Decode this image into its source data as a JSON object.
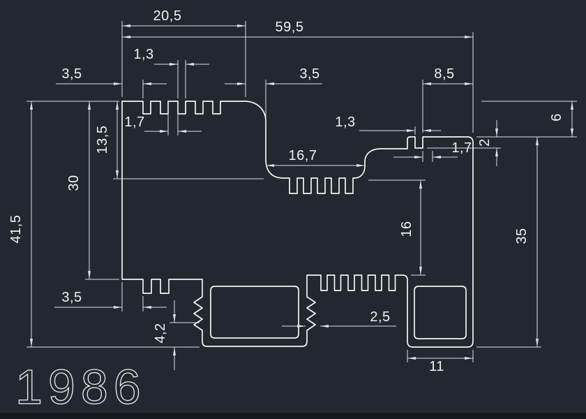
{
  "window": {
    "background": "#212830"
  },
  "drawing": {
    "part_number": "1986",
    "dimensions": {
      "top_left_width": "20,5",
      "total_width": "59,5",
      "top_groove_width": "1,3",
      "top_left_edge": "3,5",
      "recess_left_offset": "3,5",
      "top_right_width": "8,5",
      "right_top_step": "6",
      "top_land_width": "1,7",
      "left_upper_height": "13,5",
      "left_mid_height": "30",
      "total_height": "41,5",
      "right_notch_width": "1,3",
      "recess_width": "16,7",
      "right_tab_width": "1,7",
      "right_notch_depth": "2",
      "mid_right_height": "16",
      "right_height": "35",
      "bottom_left_edge": "3,5",
      "left_foot_height": "4,2",
      "barb_width": "2,5",
      "right_foot_width": "11"
    }
  }
}
